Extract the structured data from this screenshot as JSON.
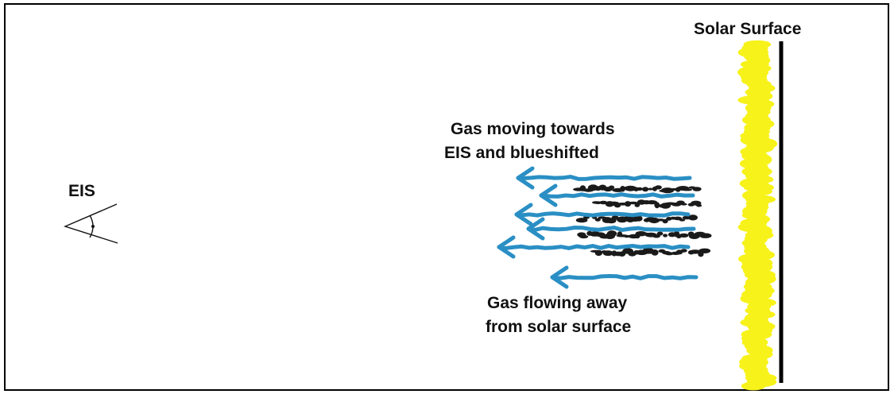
{
  "labels": {
    "observer": "EIS",
    "surface": "Solar Surface",
    "upper_line1": "Gas moving towards",
    "upper_line2": "EIS and blueshifted",
    "lower_line1": "Gas flowing away",
    "lower_line2": "from solar surface"
  },
  "icons": {
    "observer": "eye-icon"
  },
  "colors": {
    "border": "#000000",
    "surface_line": "#000000",
    "surface_glow": "#f7f21a",
    "flow_arrow": "#2a8fc4",
    "dark_gas": "#1a1a1a",
    "text": "#111111"
  }
}
